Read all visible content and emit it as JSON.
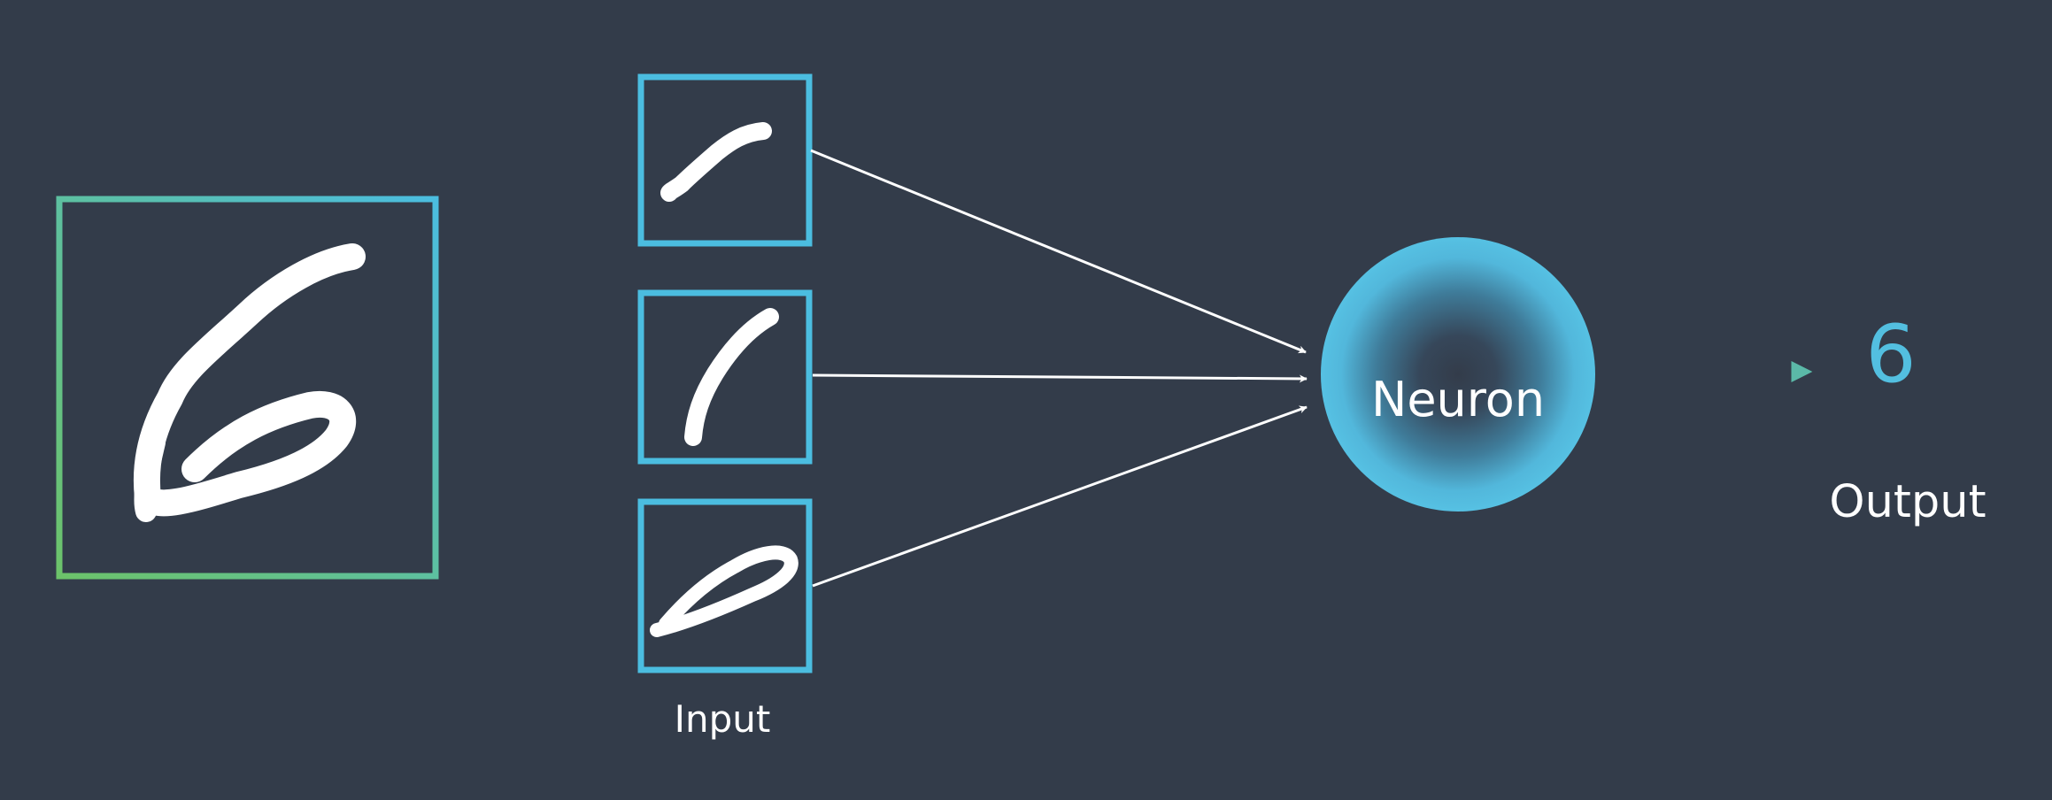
{
  "diagram": {
    "neuron_label": "Neuron",
    "output_value": "6",
    "output_label": "Output",
    "input_label": "Input"
  },
  "colors": {
    "background": "#333c4a",
    "frame_blue": "#4bbde0",
    "frame_green": "#6cc36a",
    "neuron": "#56c1e3",
    "arrow": "#ffffff",
    "digit": "#ffffff"
  }
}
